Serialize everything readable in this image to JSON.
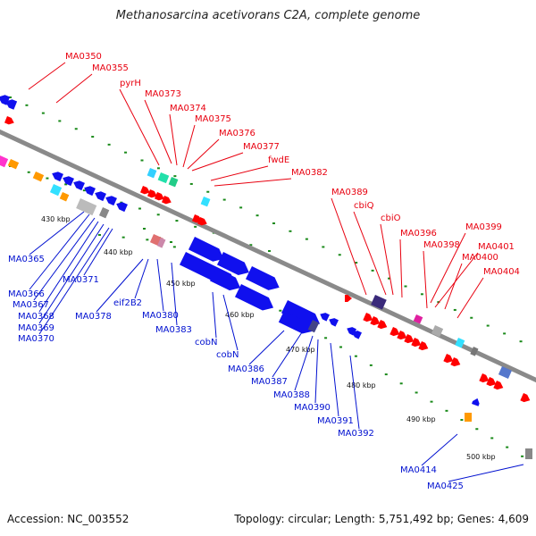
{
  "title": "Methanosarcina acetivorans C2A, complete genome",
  "footer": {
    "accession": "Accession: NC_003552",
    "summary": "Topology: circular; Length: 5,751,492 bp; Genes: 4,609"
  },
  "colors": {
    "forward_label": "#e8000f",
    "reverse_label": "#0010d0",
    "forward_gene": "#ff0000",
    "reverse_gene": "#1010ee",
    "backbone": "#8a8a8a",
    "tick": "#1a8a1a"
  },
  "ticks": [
    "430 kbp",
    "440 kbp",
    "450 kbp",
    "460 kbp",
    "470 kbp",
    "480 kbp",
    "490 kbp",
    "500 kbp"
  ],
  "forward_labels": [
    "MA0350",
    "MA0355",
    "pyrH",
    "MA0373",
    "MA0374",
    "MA0375",
    "MA0376",
    "MA0377",
    "fwdE",
    "MA0382",
    "MA0389",
    "cbiQ",
    "cbiO",
    "MA0396",
    "MA0398",
    "MA0399",
    "MA0401",
    "MA0400",
    "MA0404"
  ],
  "reverse_labels": [
    "MA0365",
    "MA0366",
    "MA0367",
    "MA0368",
    "MA0369",
    "MA0370",
    "MA0371",
    "MA0378",
    "eif2B2",
    "MA0380",
    "MA0383",
    "cobN",
    "cobN",
    "MA0386",
    "MA0387",
    "MA0388",
    "MA0390",
    "MA0391",
    "MA0392",
    "MA0414",
    "MA0425"
  ]
}
